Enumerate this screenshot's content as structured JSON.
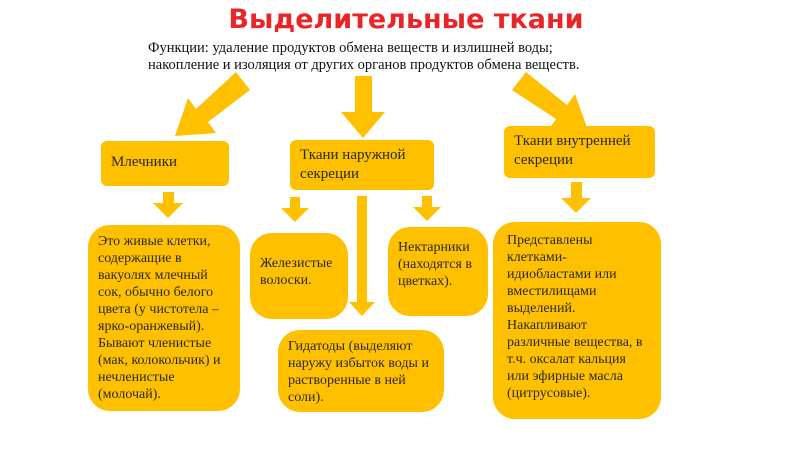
{
  "title": "Выделительные ткани",
  "functions": {
    "line1": "Функции: удаление продуктов обмена веществ и излишней воды;",
    "line2": "накопление и изоляция  от других органов продуктов обмена веществ."
  },
  "categories": {
    "milk": "Млечники",
    "external": "Ткани наружной секреции",
    "internal": "Ткани внутренней секреции"
  },
  "descriptions": {
    "milk": "Это живые клетки, содержащие в вакуолях млечный сок, обычно белого цвета (у чистотела – ярко-оранжевый). Бывают членистые (мак, колокольчик) и нечленистые (молочай).",
    "glandular_hairs": "Железистые волоски.",
    "nectaries": "Нектарники (находятся в цветках).",
    "hydathodes": "Гидатоды (выделяют наружу избыток воды и растворенные в ней соли).",
    "internal": "Представлены клетками-идиобластами или вместилищами выделений. Накапливают различные вещества, в т.ч. оксалат кальция или эфирные масла (цитрусовые)."
  },
  "colors": {
    "accent": "#ffc000",
    "title": "#e8262a"
  }
}
